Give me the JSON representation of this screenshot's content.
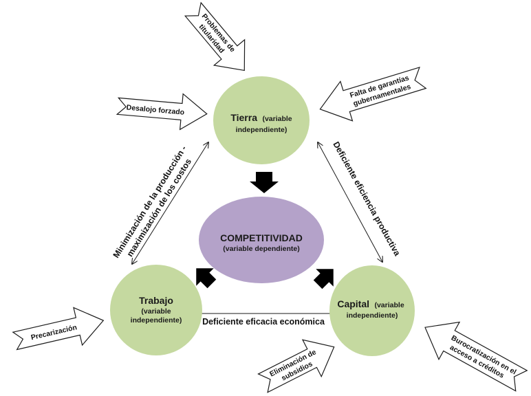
{
  "colors": {
    "variable_independent_fill": "#c5d9a0",
    "variable_dependent_fill": "#b4a2c9",
    "block_arrow_fill": "#000000",
    "outline_arrow_fill": "#ffffff",
    "stroke": "#1a1a1a"
  },
  "nodes": {
    "tierra": {
      "title": "Tierra",
      "suffix": "(variable",
      "line2": "independiente)"
    },
    "competitividad": {
      "title": "COMPETITIVIDAD",
      "line2": "(variable dependiente)"
    },
    "trabajo": {
      "title": "Trabajo",
      "line2": "(variable",
      "line3": "independiente)"
    },
    "capital": {
      "title": "Capital",
      "suffix": "(variable",
      "line2": "independiente)"
    }
  },
  "relations": {
    "tierra_trabajo": {
      "line1": "Minimización de la producción -",
      "line2": "maximización de los costos"
    },
    "tierra_capital": {
      "line1": "Deficiente eficiencia productiva"
    },
    "trabajo_capital": {
      "line1": "Deficiente eficacia económica"
    }
  },
  "pressures": {
    "problemas_titularidad": {
      "line1": "Problemas de",
      "line2": "titularidad",
      "target": "Tierra"
    },
    "desalojo_forzado": {
      "line1": "Desalojo forzado",
      "target": "Tierra"
    },
    "falta_garantias": {
      "line1": "Falta de garantías",
      "line2": "gubernamentales",
      "target": "Tierra"
    },
    "precarizacion": {
      "line1": "Precarización",
      "target": "Trabajo"
    },
    "eliminacion_subsidios": {
      "line1": "Eliminación de",
      "line2": "subsidios",
      "target": "Capital"
    },
    "burocratizacion": {
      "line1": "Burocratización en el",
      "line2": "acceso a créditos",
      "target": "Capital"
    }
  }
}
